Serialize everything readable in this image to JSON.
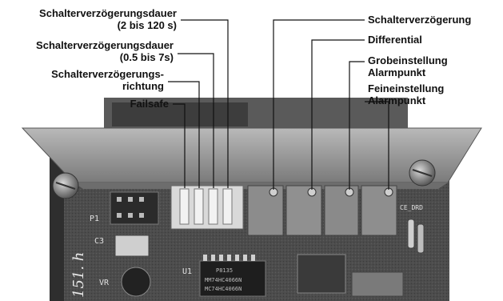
{
  "left_callouts": {
    "delay_long_line1": "Schalterverzögerungsdauer",
    "delay_long_line2": "(2 bis 120 s)",
    "delay_short_line1": "Schalterverzögerungsdauer",
    "delay_short_line2": "(0.5 bis 7s)",
    "direction_line1": "Schalterverzögerungs-",
    "direction_line2": "richtung",
    "failsafe": "Failsafe"
  },
  "right_callouts": {
    "switch_delay": "Schalterverzögerung",
    "differential": "Differential",
    "coarse_line1": "Grobeinstellung",
    "coarse_line2": "Alarmpunkt",
    "fine_line1": "Feineinstellung",
    "fine_line2": "Alarmpunkt"
  },
  "board_markings": {
    "p1": "P1",
    "c3": "C3",
    "vr": "VR",
    "u1": "U1",
    "handwritten": "151. h",
    "chip_line1": "P8135",
    "chip_line2": "MM74HC4066N",
    "chip_line3": "MC74HC4066N",
    "ce": "CE_DRD"
  },
  "colors": {
    "pcb": "#4a4a4a",
    "metal_bracket": "#9c9c9c",
    "pot_body": "#8c8c8c",
    "leader_line": "#111111"
  }
}
